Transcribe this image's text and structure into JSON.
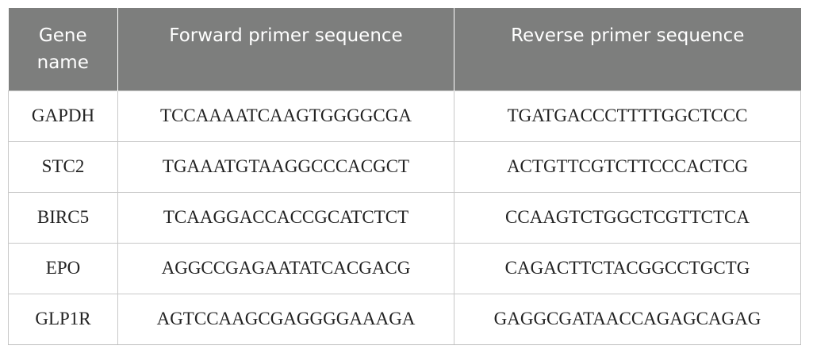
{
  "table": {
    "headers": [
      "Gene name",
      "Forward primer sequence",
      "Reverse primer sequence"
    ],
    "rows": [
      [
        "GAPDH",
        "TCCAAAATCAAGTGGGGCGA",
        "TGATGACCCTTTTGGCTCCC"
      ],
      [
        "STC2",
        "TGAAATGTAAGGCCCACGCT",
        "ACTGTTCGTCTTCCCACTCG"
      ],
      [
        "BIRC5",
        "TCAAGGACCACCGCATCTCT",
        "CCAAGTCTGGCTCGTTCTCA"
      ],
      [
        "EPO",
        "AGGCCGAGAATATCACGACG",
        "CAGACTTCTACGGCCTGCTG"
      ],
      [
        "GLP1R",
        "AGTCCAAGCGAGGGGAAAGA",
        "GAGGCGATAACCAGAGCAGAG"
      ]
    ]
  }
}
